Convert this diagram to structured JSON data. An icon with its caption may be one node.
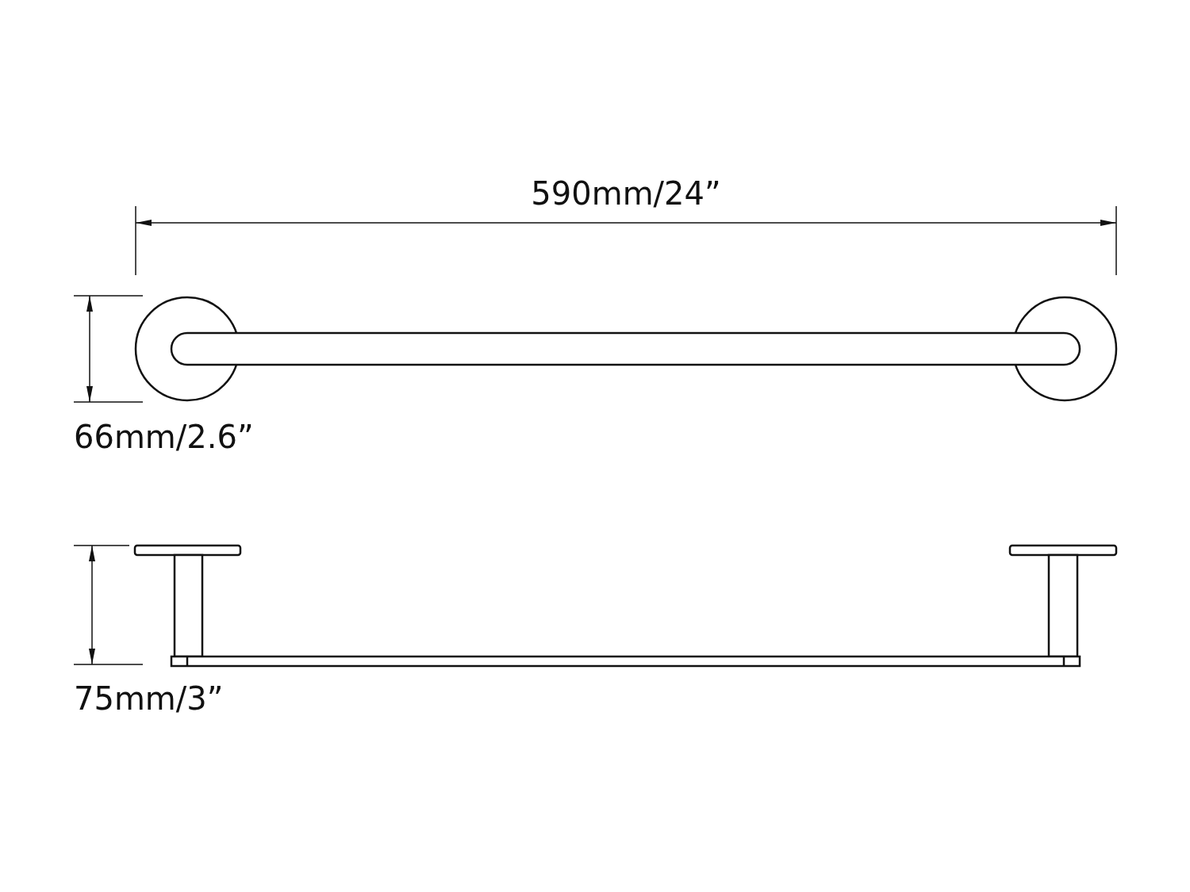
{
  "diagram": {
    "labels": [
      "590mm/24”",
      "66mm/2.6”",
      "75mm/3”"
    ]
  }
}
